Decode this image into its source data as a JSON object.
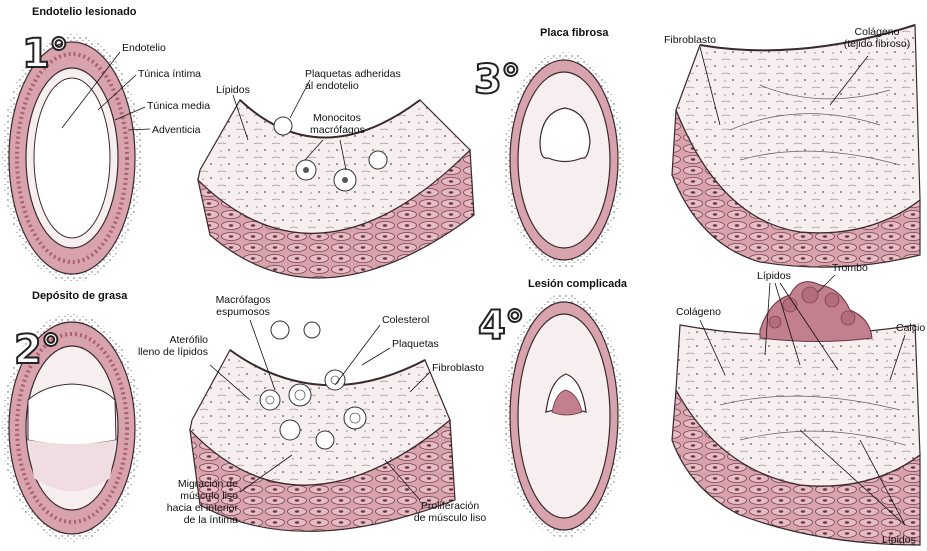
{
  "stages": [
    {
      "number": "1°",
      "title": "Endotelio lesionado"
    },
    {
      "number": "2°",
      "title": "Depósito de grasa"
    },
    {
      "number": "3°",
      "title": "Placa fibrosa"
    },
    {
      "number": "4°",
      "title": "Lesión complicada"
    }
  ],
  "labels": {
    "endotelio": "Endotelio",
    "tunica_intima": "Túnica íntima",
    "tunica_media": "Túnica media",
    "adventicia": "Adventicia",
    "lipidos_1": "Lípidos",
    "plaquetas_adheridas_1": "Plaquetas adheridas",
    "plaquetas_adheridas_2": "al endotelio",
    "monocitos_1": "Monocitos",
    "monocitos_2": "macrófagos",
    "macrofagos_esp_1": "Macrófagos",
    "macrofagos_esp_2": "espumosos",
    "colesterol": "Colesterol",
    "plaquetas": "Plaquetas",
    "fibroblasto_2": "Fibroblasto",
    "aterofilo_1": "Aterófilo",
    "aterofilo_2": "lleno de lípidos",
    "migracion_1": "Migración de",
    "migracion_2": "músculo liso",
    "migracion_3": "hacia el interior",
    "migracion_4": "de la íntima",
    "proliferacion_1": "Proliferación",
    "proliferacion_2": "de músculo liso",
    "fibroblasto_3": "Fibroblasto",
    "colageno_3a": "Colágeno",
    "colageno_3b": "(tejido fibroso)",
    "lipidos_4a": "Lípidos",
    "trombo": "Trombo",
    "colageno_4": "Colágeno",
    "calcio": "Calcio",
    "lipidos_4b": "Lípidos"
  },
  "colors": {
    "media_pink": "#d9a3ae",
    "media_dark": "#a8606f",
    "intima_light": "#f7eef0",
    "outline": "#3a2a2e",
    "adventitia_dots": "#5a5a5a",
    "thrombus": "#c27f8d"
  }
}
